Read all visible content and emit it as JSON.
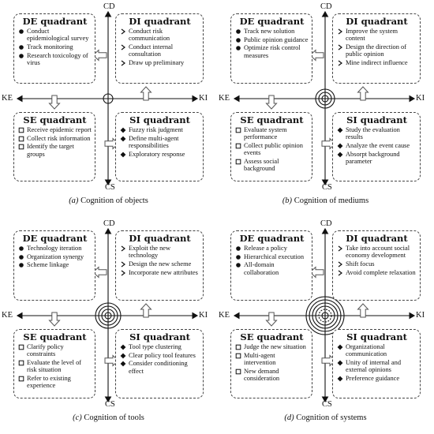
{
  "axes": {
    "top": "CD",
    "bottom": "CS",
    "left": "KE",
    "right": "KI"
  },
  "panels": [
    {
      "letter": "(a)",
      "title": "Cognition of objects",
      "de": {
        "title": "DE quadrant",
        "items": [
          "Conduct epidemiological survey",
          "Track monitoring",
          "Research toxicology of virus"
        ]
      },
      "di": {
        "title": "DI quadrant",
        "items": [
          "Conduct risk communication",
          "Conduct internal consultation",
          "Draw up preliminary"
        ]
      },
      "se": {
        "title": "SE quadrant",
        "items": [
          "Receive epidemic report",
          "Collect risk information",
          "Identify the target groups"
        ]
      },
      "si": {
        "title": "SI quadrant",
        "items": [
          "Fuzzy risk judgment",
          "Define multi-agent responsibilities",
          "Exploratory response"
        ]
      }
    },
    {
      "letter": "(b)",
      "title": "Cognition of mediums",
      "de": {
        "title": "DE quadrant",
        "items": [
          "Track new solution",
          "Public opinion guidance",
          "Optimize risk control measures"
        ]
      },
      "di": {
        "title": "DI quadrant",
        "items": [
          "Improve the system content",
          "Design the direction of public opinion",
          "Mine indirect influence"
        ]
      },
      "se": {
        "title": "SE quadrant",
        "items": [
          "Evaluate system performance",
          "Collect public opinion events",
          "Assess social background"
        ]
      },
      "si": {
        "title": "SI quadrant",
        "items": [
          "Study the evaluation results",
          "Analyze the event cause",
          "Absorpt background parameter"
        ]
      }
    },
    {
      "letter": "(c)",
      "title": "Cognition of tools",
      "de": {
        "title": "DE quadrant",
        "items": [
          "Technology iteration",
          "Organization synergy",
          "Scheme linkage"
        ]
      },
      "di": {
        "title": "DI quadrant",
        "items": [
          "Exploit the new technology",
          "Design the new scheme",
          "Incorporate new attributes"
        ]
      },
      "se": {
        "title": "SE quadrant",
        "items": [
          "Clarify policy constraints",
          "Evaluate the level of risk situation",
          "Refer to existing experience"
        ]
      },
      "si": {
        "title": "SI quadrant",
        "items": [
          "Tool type clustering",
          "Clear policy tool features",
          "Consider conditioning effect"
        ]
      }
    },
    {
      "letter": "(d)",
      "title": "Cognition of systems",
      "de": {
        "title": "DE quadrant",
        "items": [
          "Release a policy",
          "Hierarchical execution",
          "All-domain collaboration"
        ]
      },
      "di": {
        "title": "DI quadrant",
        "items": [
          "Take into account social economy development",
          "Shift focus",
          "Avoid complete relaxation"
        ]
      },
      "se": {
        "title": "SE quadrant",
        "items": [
          "Judge the new situation",
          "Multi-agent intervention",
          "New demand consideration"
        ]
      },
      "si": {
        "title": "SI quadrant",
        "items": [
          "Organizational communication",
          "Unity of internal and external opinions",
          "Preference guidance"
        ]
      }
    }
  ]
}
